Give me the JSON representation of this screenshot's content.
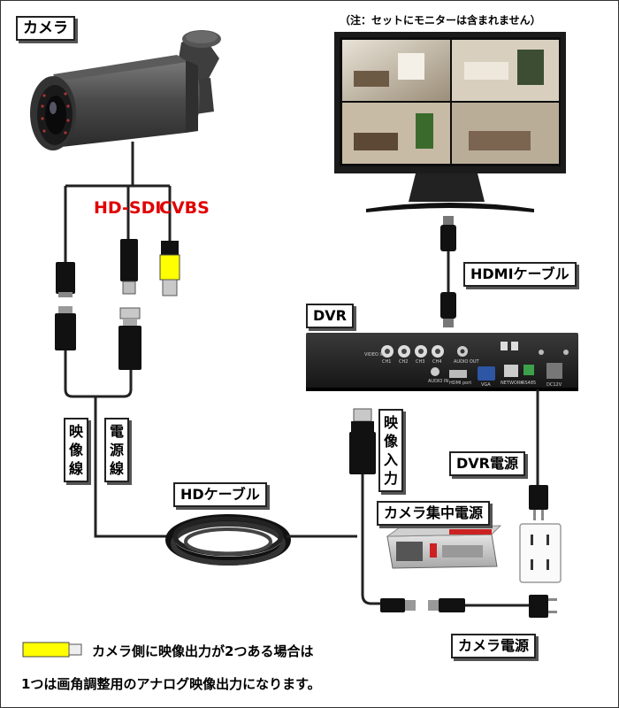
{
  "labels": {
    "camera": "カメラ",
    "monitor_note": "（注：セットにモニターは含まれません）",
    "hdsdi": "HD-SDI",
    "cvbs": "CVBS",
    "hdmi_cable": "HDMIケーブル",
    "dvr": "DVR",
    "video_line": "映像線",
    "power_line": "電源線",
    "video_input": "映像入力",
    "dvr_power": "DVR電源",
    "hd_cable": "HDケーブル",
    "central_power": "カメラ集中電源",
    "camera_power": "カメラ電源"
  },
  "note": {
    "line1": "カメラ側に映像出力が2つある場合は",
    "line2": "1つは画角調整用のアナログ映像出力になります。"
  },
  "dvr_panel": {
    "video_in": "VIDEO IN",
    "ch1": "CH1",
    "ch2": "CH2",
    "ch3": "CH3",
    "ch4": "CH4",
    "audio_out": "AUDIO OUT",
    "audio_in": "AUDIO IN",
    "hdmi": "HDMI port",
    "vga": "VGA",
    "network": "NETWORK",
    "rs485": "RS485",
    "dc": "DC12V"
  },
  "colors": {
    "cvbs_plug": "#ffff00",
    "label_red": "#e00000",
    "camera_body": "#4a4a4a"
  }
}
